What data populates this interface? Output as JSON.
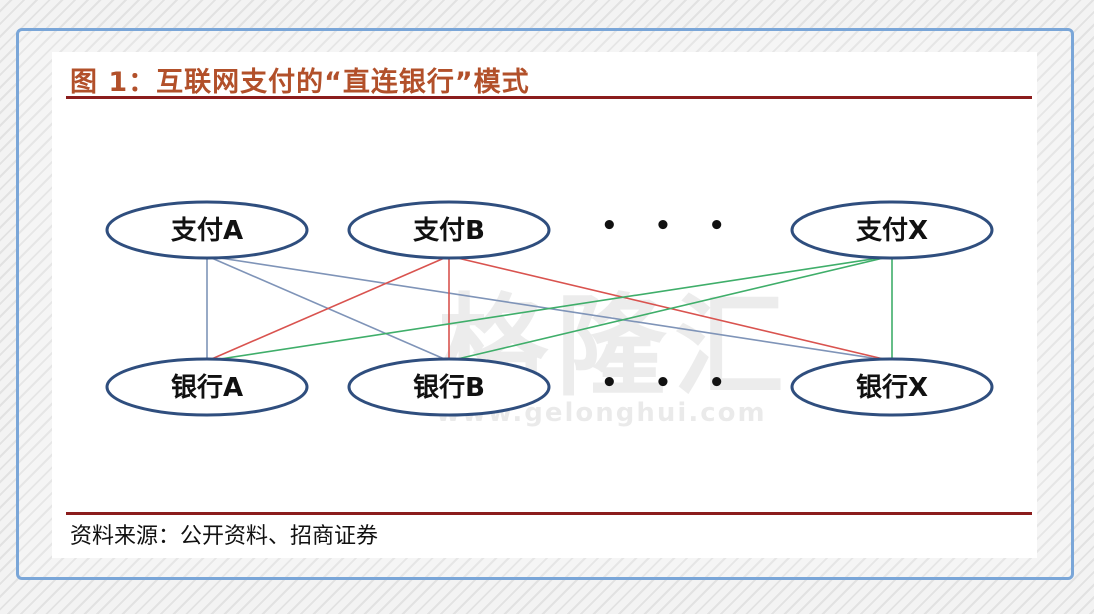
{
  "figure": {
    "title": "图 1：互联网支付的“直连银行”模式",
    "source": "资料来源：公开资料、招商证券"
  },
  "watermark": {
    "logo_text": "格隆汇",
    "url": "www.gelonghui.com"
  },
  "diagram": {
    "payment_nodes": [
      "支付A",
      "支付B",
      "支付X"
    ],
    "bank_nodes": [
      "银行A",
      "银行B",
      "银行X"
    ],
    "ellipsis": "• • •",
    "edges": [
      {
        "from": "支付A",
        "to": "银行A",
        "color": "#7f94b8"
      },
      {
        "from": "支付A",
        "to": "银行B",
        "color": "#7f94b8"
      },
      {
        "from": "支付A",
        "to": "银行X",
        "color": "#7f94b8"
      },
      {
        "from": "支付B",
        "to": "银行A",
        "color": "#d9534f"
      },
      {
        "from": "支付B",
        "to": "银行B",
        "color": "#d9534f"
      },
      {
        "from": "支付B",
        "to": "银行X",
        "color": "#d9534f"
      },
      {
        "from": "支付X",
        "to": "银行A",
        "color": "#3fae6a"
      },
      {
        "from": "支付X",
        "to": "银行B",
        "color": "#3fae6a"
      },
      {
        "from": "支付X",
        "to": "银行X",
        "color": "#3fae6a"
      }
    ],
    "colors": {
      "node_border": "#2f4e7e",
      "title": "#b2502a",
      "rule": "#8b1c1c"
    }
  }
}
